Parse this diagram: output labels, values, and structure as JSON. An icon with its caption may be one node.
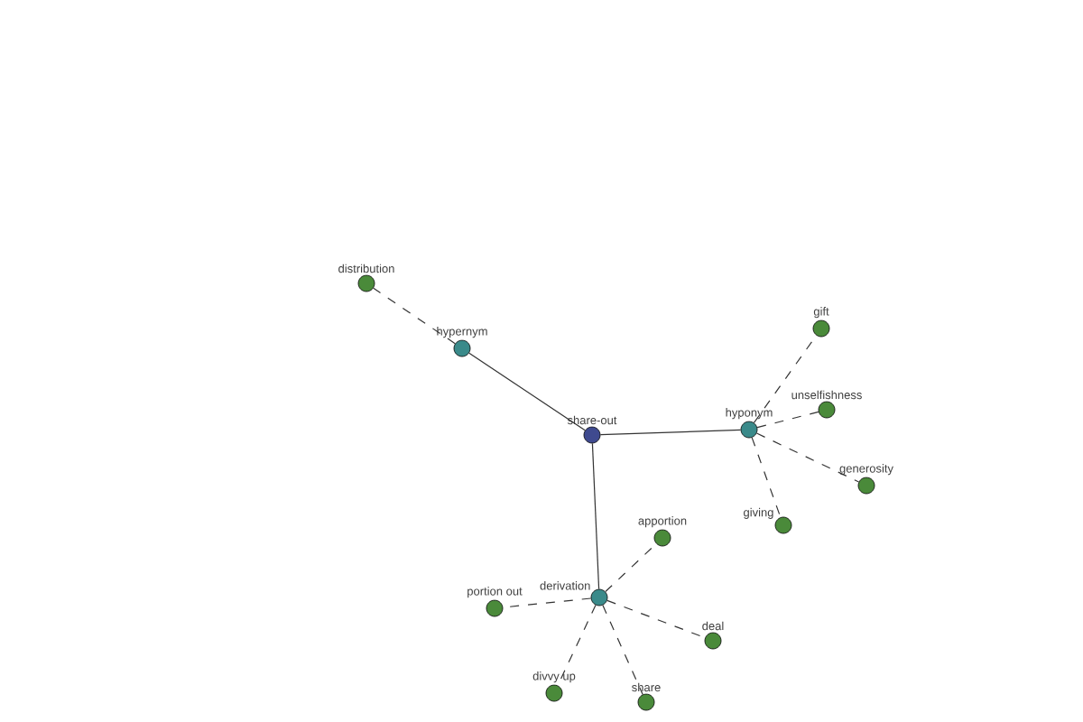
{
  "diagram": {
    "nodes": [
      {
        "text": [
          "share-out"
        ]
      },
      {
        "text": [
          "hypernym"
        ]
      },
      {
        "text": [
          "distribution"
        ]
      },
      {
        "text": [
          "hyponym"
        ]
      },
      {
        "text": [
          "gift"
        ]
      },
      {
        "text": [
          "unselfishness"
        ]
      },
      {
        "text": [
          "generosity"
        ]
      },
      {
        "text": [
          "giving"
        ]
      },
      {
        "text": [
          "derivation"
        ]
      },
      {
        "text": [
          "apportion"
        ]
      },
      {
        "text": [
          "portion out"
        ]
      },
      {
        "text": [
          "deal"
        ]
      },
      {
        "text": [
          "divvy up"
        ]
      },
      {
        "text": [
          "share"
        ]
      }
    ],
    "edges": [
      {
        "from": 0,
        "to": 1,
        "arrow": "none"
      },
      {
        "from": 1,
        "to": 2,
        "arrow": "none",
        "style": "dashed"
      },
      {
        "from": 0,
        "to": 3,
        "arrow": "none"
      },
      {
        "from": 3,
        "to": 4,
        "arrow": "none",
        "style": "dashed"
      },
      {
        "from": 3,
        "to": 5,
        "arrow": "none",
        "style": "dashed"
      },
      {
        "from": 3,
        "to": 6,
        "arrow": "none",
        "style": "dashed"
      },
      {
        "from": 3,
        "to": 7,
        "arrow": "none",
        "style": "dashed"
      },
      {
        "from": 0,
        "to": 8,
        "arrow": "none"
      },
      {
        "from": 8,
        "to": 9,
        "arrow": "none",
        "style": "dashed"
      },
      {
        "from": 8,
        "to": 10,
        "arrow": "none",
        "style": "dashed"
      },
      {
        "from": 8,
        "to": 11,
        "arrow": "none",
        "style": "dashed"
      },
      {
        "from": 8,
        "to": 12,
        "arrow": "none",
        "style": "dashed"
      },
      {
        "from": 8,
        "to": 13,
        "arrow": "none",
        "style": "dashed"
      }
    ]
  }
}
